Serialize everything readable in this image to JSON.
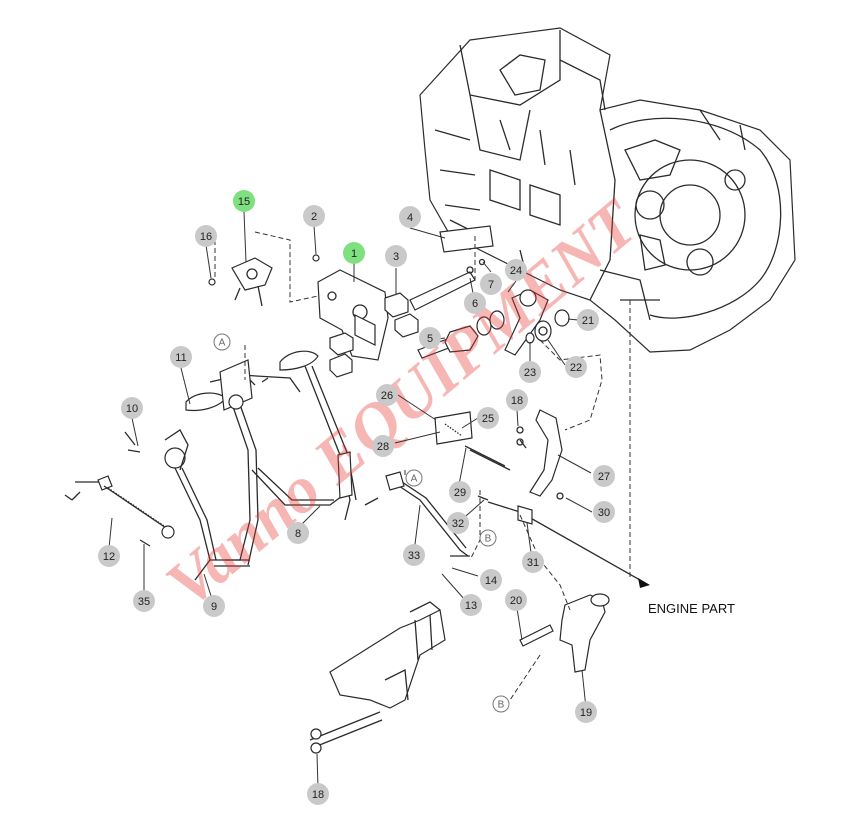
{
  "diagram": {
    "note_label": "ENGINE PART",
    "watermark_text": "Vanno EQUIPMENT",
    "colors": {
      "callout_default": "#c9c9c9",
      "callout_highlight": "#7ee07e",
      "line": "#2b2b2b",
      "watermark": "#e8322c"
    },
    "callouts": [
      {
        "id": "c15",
        "label": "15",
        "highlight": true
      },
      {
        "id": "c1",
        "label": "1",
        "highlight": true
      },
      {
        "id": "c16",
        "label": "16",
        "highlight": false
      },
      {
        "id": "c2",
        "label": "2",
        "highlight": false
      },
      {
        "id": "c4",
        "label": "4",
        "highlight": false
      },
      {
        "id": "c3",
        "label": "3",
        "highlight": false
      },
      {
        "id": "c7",
        "label": "7",
        "highlight": false
      },
      {
        "id": "c24",
        "label": "24",
        "highlight": false
      },
      {
        "id": "c6",
        "label": "6",
        "highlight": false
      },
      {
        "id": "c5",
        "label": "5",
        "highlight": false
      },
      {
        "id": "c21",
        "label": "21",
        "highlight": false
      },
      {
        "id": "c23",
        "label": "23",
        "highlight": false
      },
      {
        "id": "c22",
        "label": "22",
        "highlight": false
      },
      {
        "id": "c11",
        "label": "11",
        "highlight": false
      },
      {
        "id": "c26",
        "label": "26",
        "highlight": false
      },
      {
        "id": "c18a",
        "label": "18",
        "highlight": false
      },
      {
        "id": "c10",
        "label": "10",
        "highlight": false
      },
      {
        "id": "c25",
        "label": "25",
        "highlight": false
      },
      {
        "id": "c28",
        "label": "28",
        "highlight": false
      },
      {
        "id": "c27",
        "label": "27",
        "highlight": false
      },
      {
        "id": "c29",
        "label": "29",
        "highlight": false
      },
      {
        "id": "c30",
        "label": "30",
        "highlight": false
      },
      {
        "id": "c32",
        "label": "32",
        "highlight": false
      },
      {
        "id": "c8",
        "label": "8",
        "highlight": false
      },
      {
        "id": "c12",
        "label": "12",
        "highlight": false
      },
      {
        "id": "c33",
        "label": "33",
        "highlight": false
      },
      {
        "id": "c31",
        "label": "31",
        "highlight": false
      },
      {
        "id": "c14",
        "label": "14",
        "highlight": false
      },
      {
        "id": "c35",
        "label": "35",
        "highlight": false
      },
      {
        "id": "c9",
        "label": "9",
        "highlight": false
      },
      {
        "id": "c13",
        "label": "13",
        "highlight": false
      },
      {
        "id": "c20",
        "label": "20",
        "highlight": false
      },
      {
        "id": "c19",
        "label": "19",
        "highlight": false
      },
      {
        "id": "c18b",
        "label": "18",
        "highlight": false
      }
    ],
    "references": [
      {
        "id": "rA1",
        "label": "A"
      },
      {
        "id": "rA2",
        "label": "A"
      },
      {
        "id": "rB1",
        "label": "B"
      },
      {
        "id": "rB2",
        "label": "B"
      }
    ]
  }
}
